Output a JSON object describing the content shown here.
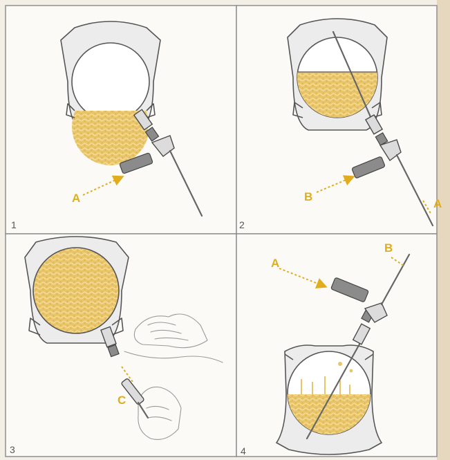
{
  "panels": [
    {
      "number": "1",
      "labels": [
        "A"
      ]
    },
    {
      "number": "2",
      "labels": [
        "B",
        "A"
      ]
    },
    {
      "number": "3",
      "labels": [
        "C"
      ]
    },
    {
      "number": "4",
      "labels": [
        "A",
        "B"
      ]
    }
  ],
  "colors": {
    "liquid": "#e9c56a",
    "label": "#e0ad1e",
    "outline": "#555555",
    "background": "#f3efe6"
  }
}
